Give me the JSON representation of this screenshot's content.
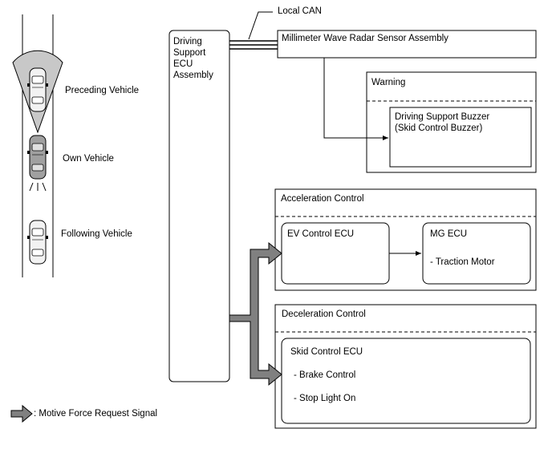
{
  "vehicles": {
    "preceding": "Preceding Vehicle",
    "own": "Own Vehicle",
    "following": "Following Vehicle"
  },
  "local_can_label": "Local CAN",
  "driving_support_ecu": {
    "lines": [
      "Driving",
      "Support",
      "ECU",
      "Assembly"
    ]
  },
  "radar_sensor": "Millimeter Wave Radar Sensor Assembly",
  "warning": {
    "title": "Warning",
    "buzzer_lines": [
      "Driving Support Buzzer",
      "(Skid Control Buzzer)"
    ]
  },
  "acceleration_control": {
    "title": "Acceleration Control",
    "ev_ecu": "EV Control ECU",
    "mg_ecu": "MG ECU",
    "mg_item": "- Traction Motor"
  },
  "deceleration_control": {
    "title": "Deceleration Control",
    "skid_ecu": "Skid Control ECU",
    "items": [
      "- Brake Control",
      "- Stop Light On"
    ]
  },
  "legend": {
    "text": ": Motive Force Request Signal"
  },
  "colors": {
    "arrow_fill": "#808080",
    "line": "#000000",
    "radar_cone": "#c8c8c8"
  }
}
